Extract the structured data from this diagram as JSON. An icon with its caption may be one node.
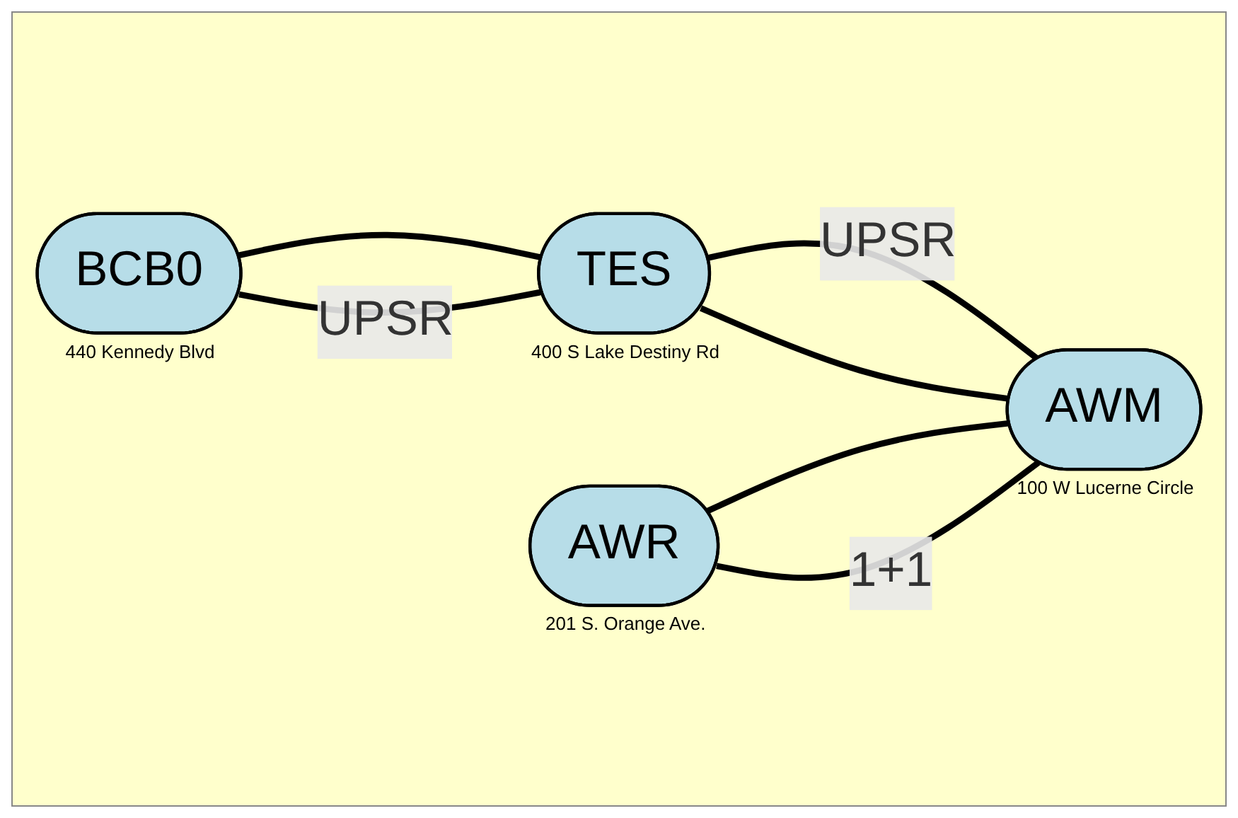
{
  "diagram": {
    "nodes": [
      {
        "text": [
          "BCB0"
        ],
        "beside": [
          "440 Kennedy Blvd"
        ]
      },
      {
        "text": [
          "TES"
        ],
        "beside": [
          "400 S Lake Destiny Rd"
        ]
      },
      {
        "text": [
          "AWM"
        ],
        "beside": [
          "100 W Lucerne Circle"
        ]
      },
      {
        "text": [
          "AWR"
        ],
        "beside": [
          "201 S. Orange Ave."
        ]
      }
    ],
    "edges": [
      {
        "from": 0,
        "to": 1,
        "arrow": "none"
      },
      {
        "from": 0,
        "to": 1,
        "arrow": "none",
        "label": "UPSR"
      },
      {
        "from": 1,
        "to": 2,
        "arrow": "none",
        "label": "UPSR"
      },
      {
        "from": 1,
        "to": 2,
        "arrow": "none"
      },
      {
        "from": 3,
        "to": 2,
        "arrow": "none"
      },
      {
        "from": 3,
        "to": 2,
        "arrow": "none",
        "label": "1+1"
      }
    ]
  }
}
